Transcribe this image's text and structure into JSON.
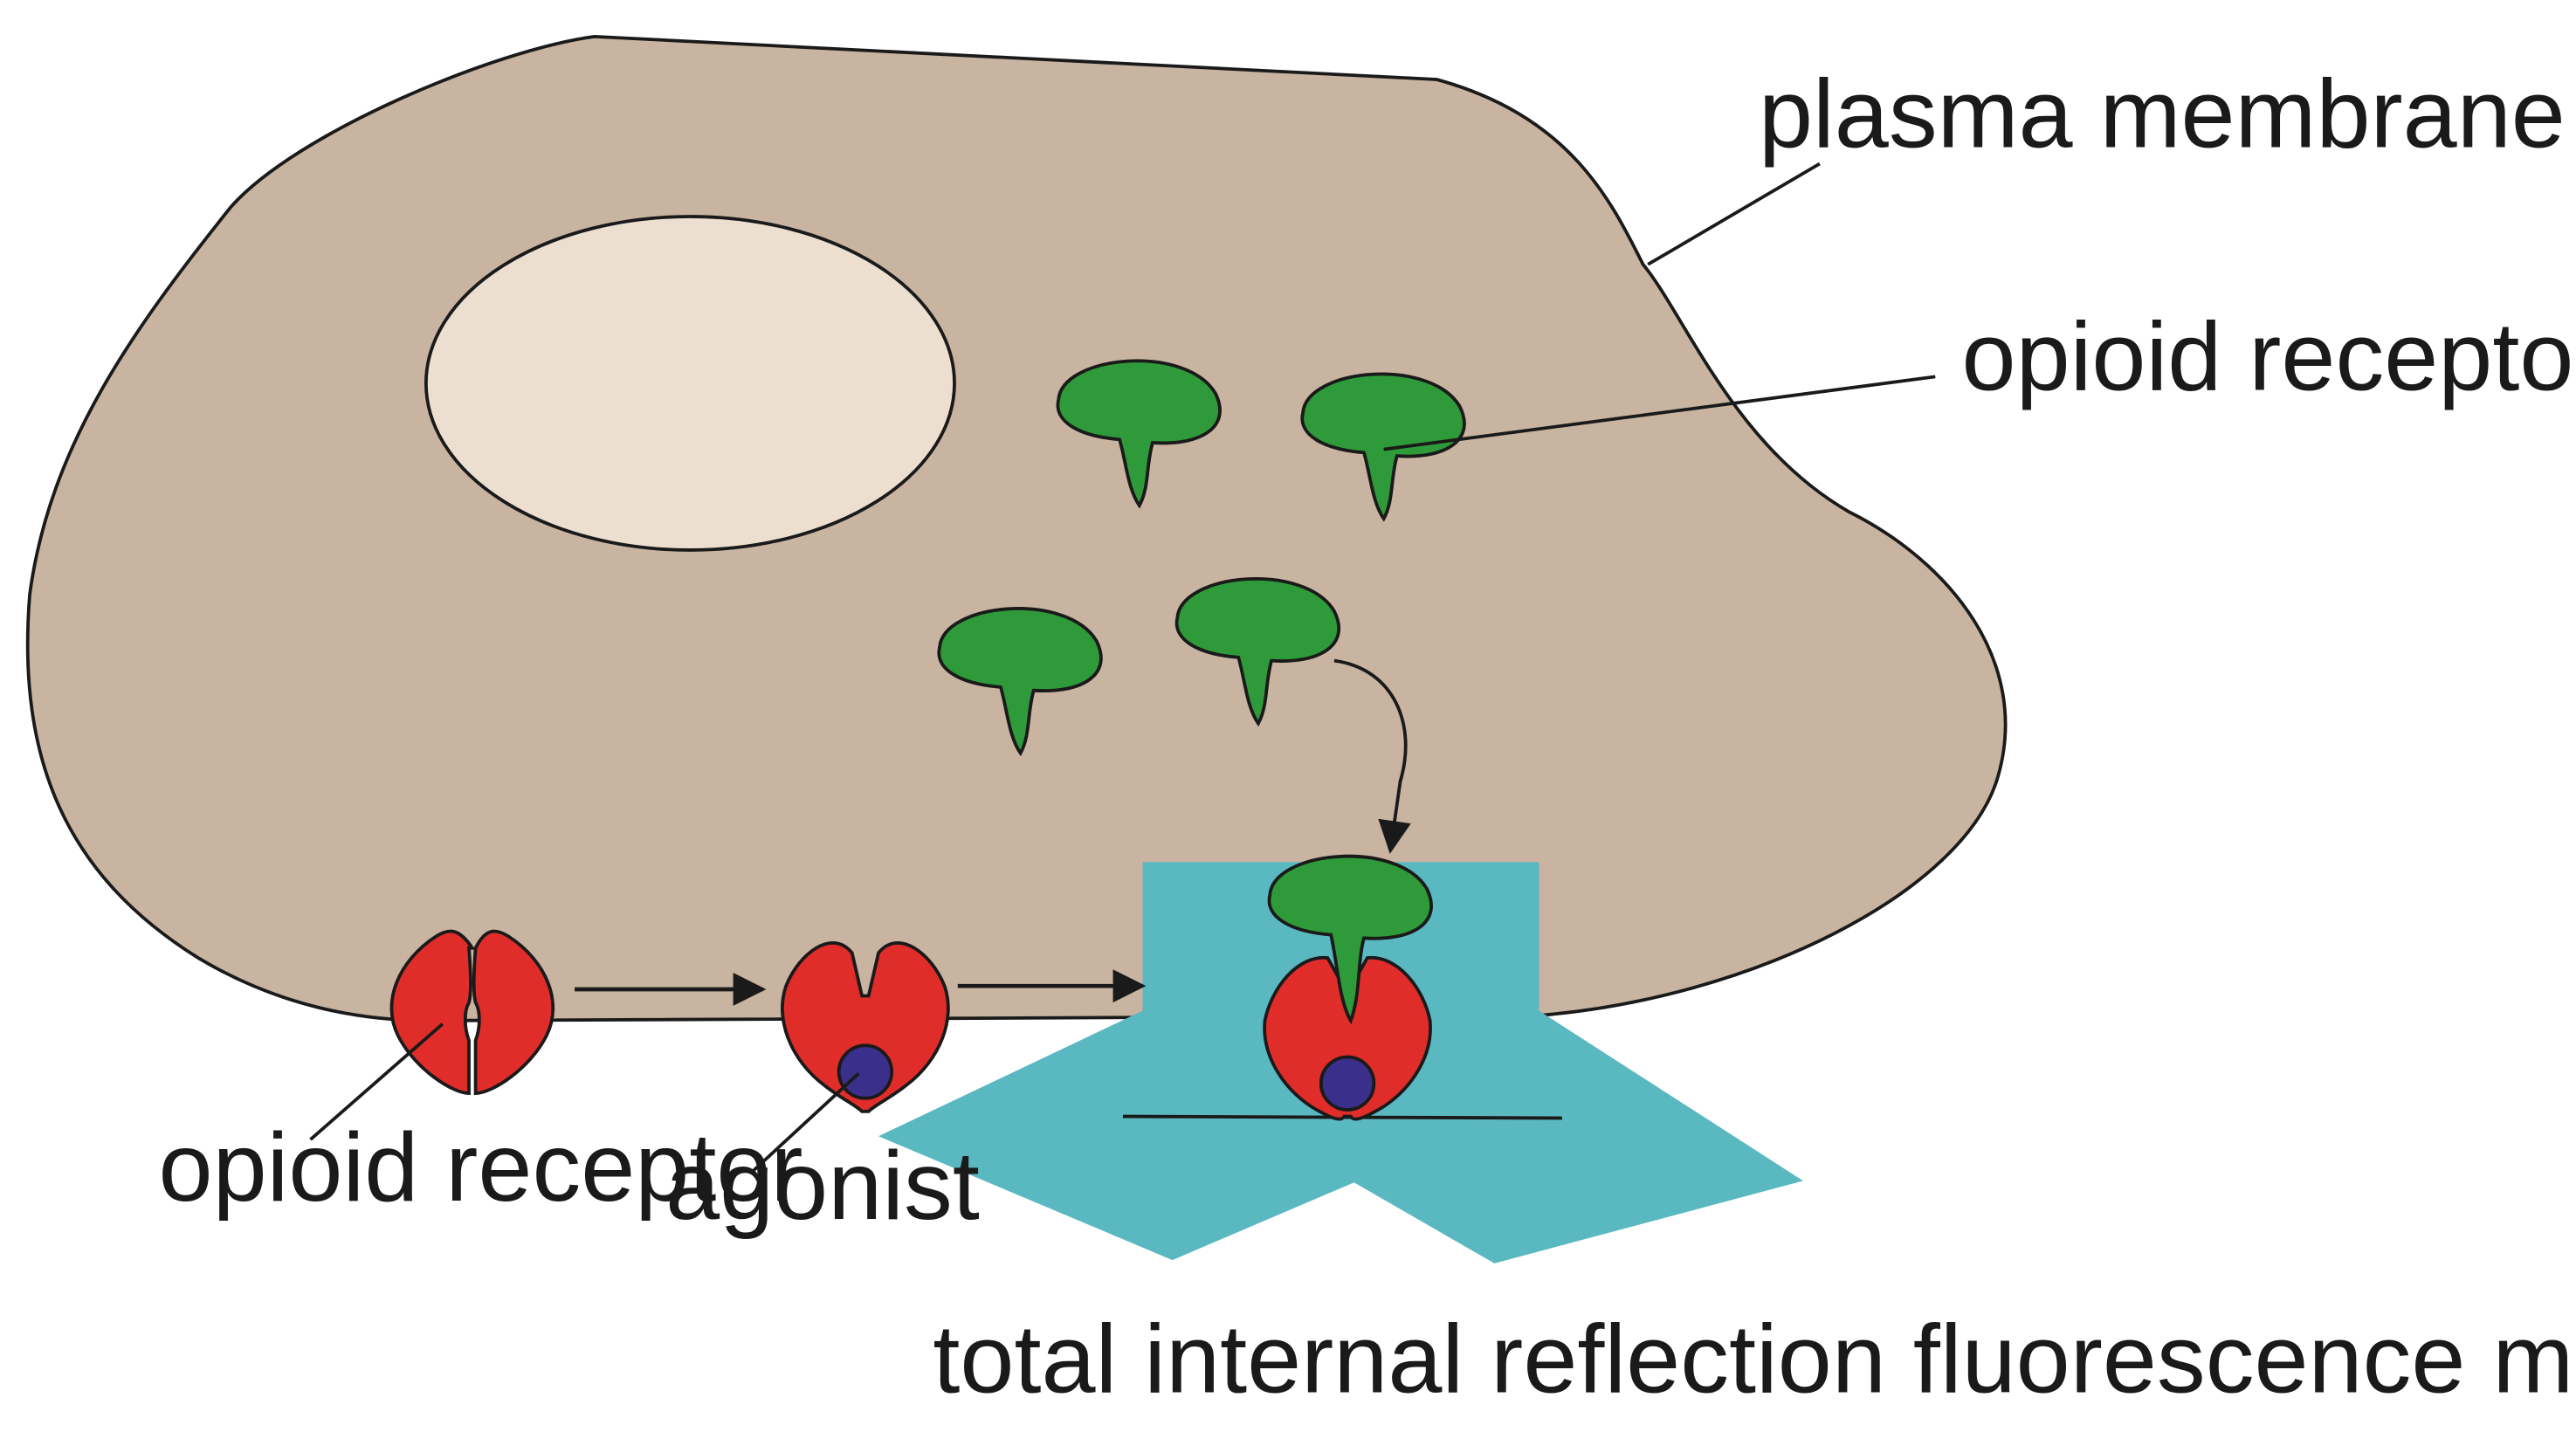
{
  "labels": {
    "plasma_membrane": "plasma membrane",
    "receptor_sensor": "opioid receptor-sensor",
    "opioid_receptor": "opioid receptor",
    "agonist": "agonist",
    "tirf": "total internal reflection fluorescence microscopy"
  },
  "colors": {
    "cell": "#c8b4a0",
    "nucleus": "#ecdfd0",
    "sensor": "#2f9a3a",
    "receptor": "#e02d2a",
    "agonist": "#3a2f8a",
    "tirf_beam": "#5ab8c1",
    "outline": "#1a1a1a"
  }
}
